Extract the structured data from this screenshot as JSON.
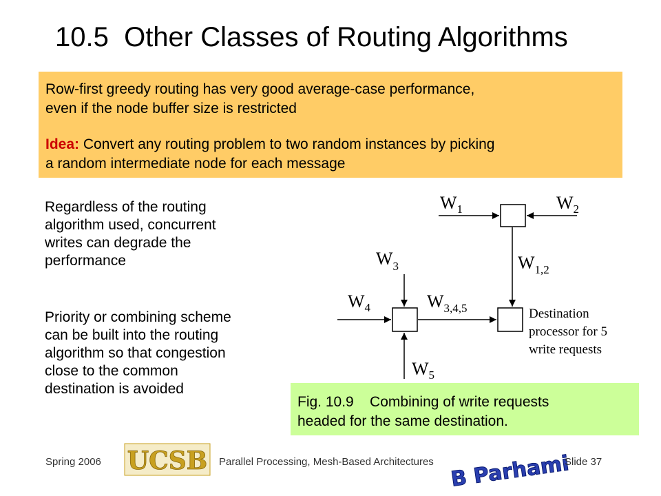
{
  "slide": {
    "title": "10.5  Other Classes of Routing Algorithms",
    "callout": {
      "line1": "Row-first greedy routing has very good average-case performance,",
      "line2": "even if the node buffer size is restricted",
      "idea_label": "Idea:",
      "idea_line1": " Convert any routing problem to two random instances by picking",
      "idea_line2": "a random intermediate node for each message"
    },
    "body_para1": [
      "Regardless of the routing",
      "algorithm used, concurrent",
      "writes can degrade the",
      "performance"
    ],
    "body_para2": [
      "Priority or combining scheme",
      "can be built into the routing",
      "algorithm so that congestion",
      "close to the common",
      "destination is avoided"
    ],
    "caption": {
      "line1": "Fig. 10.9    Combining of write requests",
      "line2": "headed for the same destination."
    }
  },
  "diagram": {
    "labels": {
      "w1": {
        "base": "W",
        "sub": "1"
      },
      "w2": {
        "base": "W",
        "sub": "2"
      },
      "w3": {
        "base": "W",
        "sub": "3"
      },
      "w4": {
        "base": "W",
        "sub": "4"
      },
      "w5": {
        "base": "W",
        "sub": "5"
      },
      "w12": {
        "base": "W",
        "sub": "1,2"
      },
      "w345": {
        "base": "W",
        "sub": "3,4,5"
      }
    },
    "destination_text": [
      "Destination",
      "processor for 5",
      "write requests"
    ]
  },
  "footer": {
    "left": "Spring  2006",
    "logo": "UCSB",
    "center": "Parallel Processing, Mesh-Based Architectures",
    "signature": "B Parhami",
    "right": "Slide 37"
  },
  "colors": {
    "callout_bg": "#ffcc66",
    "caption_bg": "#ccff99",
    "idea_color": "#cc0000",
    "logo_color": "#c8a020",
    "signature_color": "#2a3fb0"
  }
}
